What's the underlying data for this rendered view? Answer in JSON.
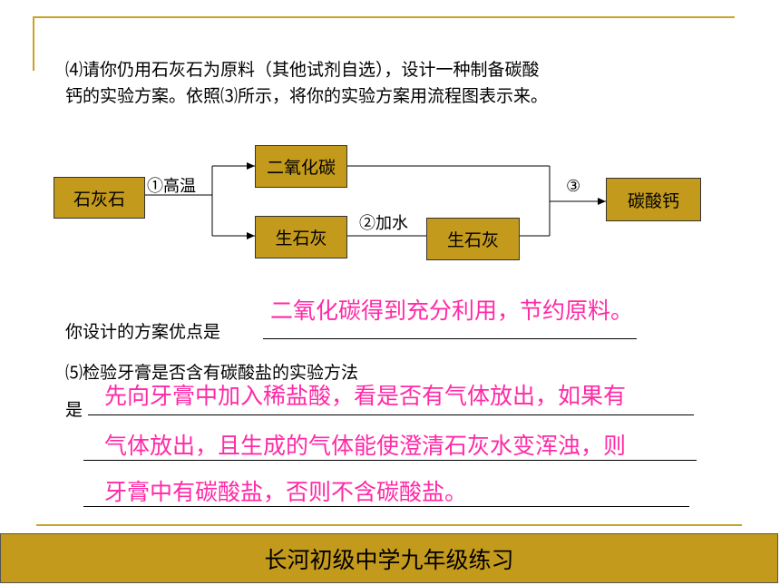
{
  "question4": {
    "line1": "⑷请你仍用石灰石为原料（其他试剂自选），设计一种制备碳酸",
    "line2": "钙的实验方案。依照⑶所示，将你的实验方案用流程图表示来。"
  },
  "flowchart": {
    "box_limestone": "石灰石",
    "box_co2": "二氧化碳",
    "box_quicklime1": "生石灰",
    "box_quicklime2": "生石灰",
    "box_caco3": "碳酸钙",
    "step1_label": "①高温",
    "step2_label": "②加水",
    "step3_label": "③"
  },
  "advantage": {
    "prompt": "你设计的方案优点是",
    "answer": "二氧化碳得到充分利用，节约原料。"
  },
  "question5": {
    "prompt_line1": "⑸检验牙膏是否含有碳酸盐的实验方法",
    "prompt_line2": "是",
    "answer_line1": "先向牙膏中加入稀盐酸，看是否有气体放出，如果有",
    "answer_line2": "气体放出，且生成的气体能使澄清石灰水变浑浊，则",
    "answer_line3": "牙膏中有碳酸盐，否则不含碳酸盐。"
  },
  "footer": {
    "title": "长河初级中学九年级练习"
  },
  "colors": {
    "accent_gold": "#c49a1c",
    "answer_pink": "#ff2aa6"
  }
}
